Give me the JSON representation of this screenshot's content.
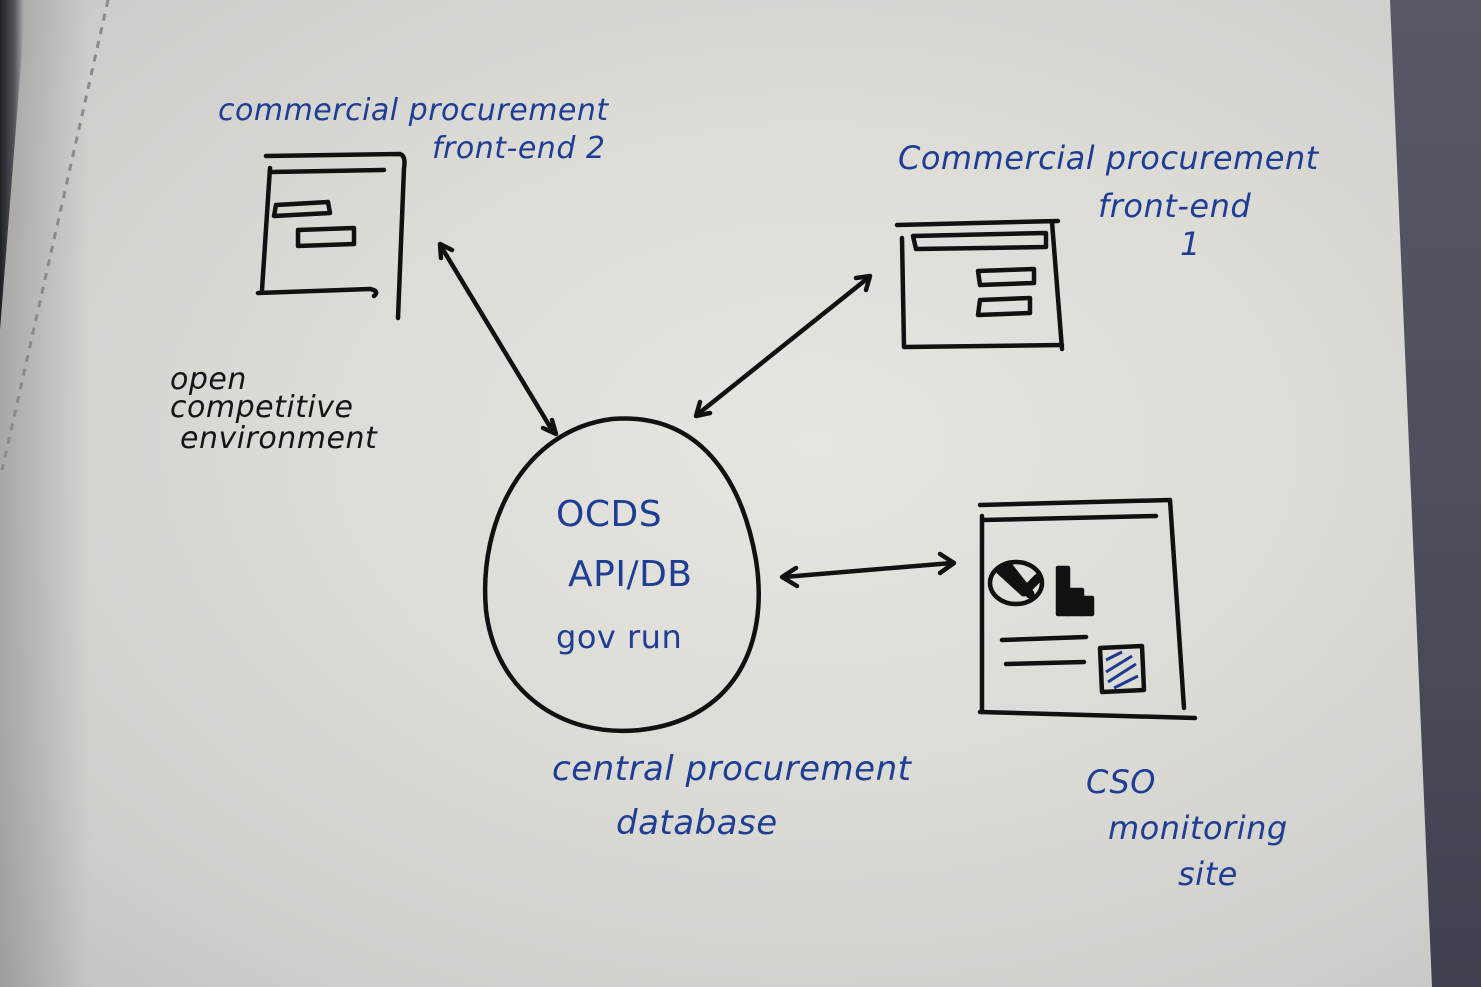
{
  "diagram": {
    "medium": "hand-drawn sketch on notebook paper",
    "ink_colors": {
      "blue": "#1e3d94",
      "black": "#151515"
    },
    "paper_color": "#dcdbd6",
    "desk_color": "#4d4f5c",
    "nodes": [
      {
        "id": "frontend2",
        "label_lines": [
          "commercial procurement",
          "front-end 2"
        ],
        "kind": "webpage-wireframe",
        "ink": "blue-label / black-sketch"
      },
      {
        "id": "frontend1",
        "label_lines": [
          "Commercial procurement",
          "front-end",
          "1"
        ],
        "kind": "webpage-wireframe",
        "ink": "blue-label / black-sketch"
      },
      {
        "id": "central_db",
        "inner_lines": [
          "OCDS",
          "API/DB",
          "gov run"
        ],
        "label_lines": [
          "central procurement",
          "database"
        ],
        "kind": "blob"
      },
      {
        "id": "cso_site",
        "label_lines": [
          "CSO",
          "monitoring",
          "site"
        ],
        "kind": "dashboard-wireframe"
      }
    ],
    "annotations": [
      {
        "id": "environment_note",
        "lines": [
          "open",
          "competitive",
          "environment"
        ],
        "ink": "black"
      }
    ],
    "edges": [
      {
        "from": "frontend2",
        "to": "central_db",
        "arrow": "both"
      },
      {
        "from": "frontend1",
        "to": "central_db",
        "arrow": "both"
      },
      {
        "from": "central_db",
        "to": "cso_site",
        "arrow": "both"
      }
    ]
  }
}
